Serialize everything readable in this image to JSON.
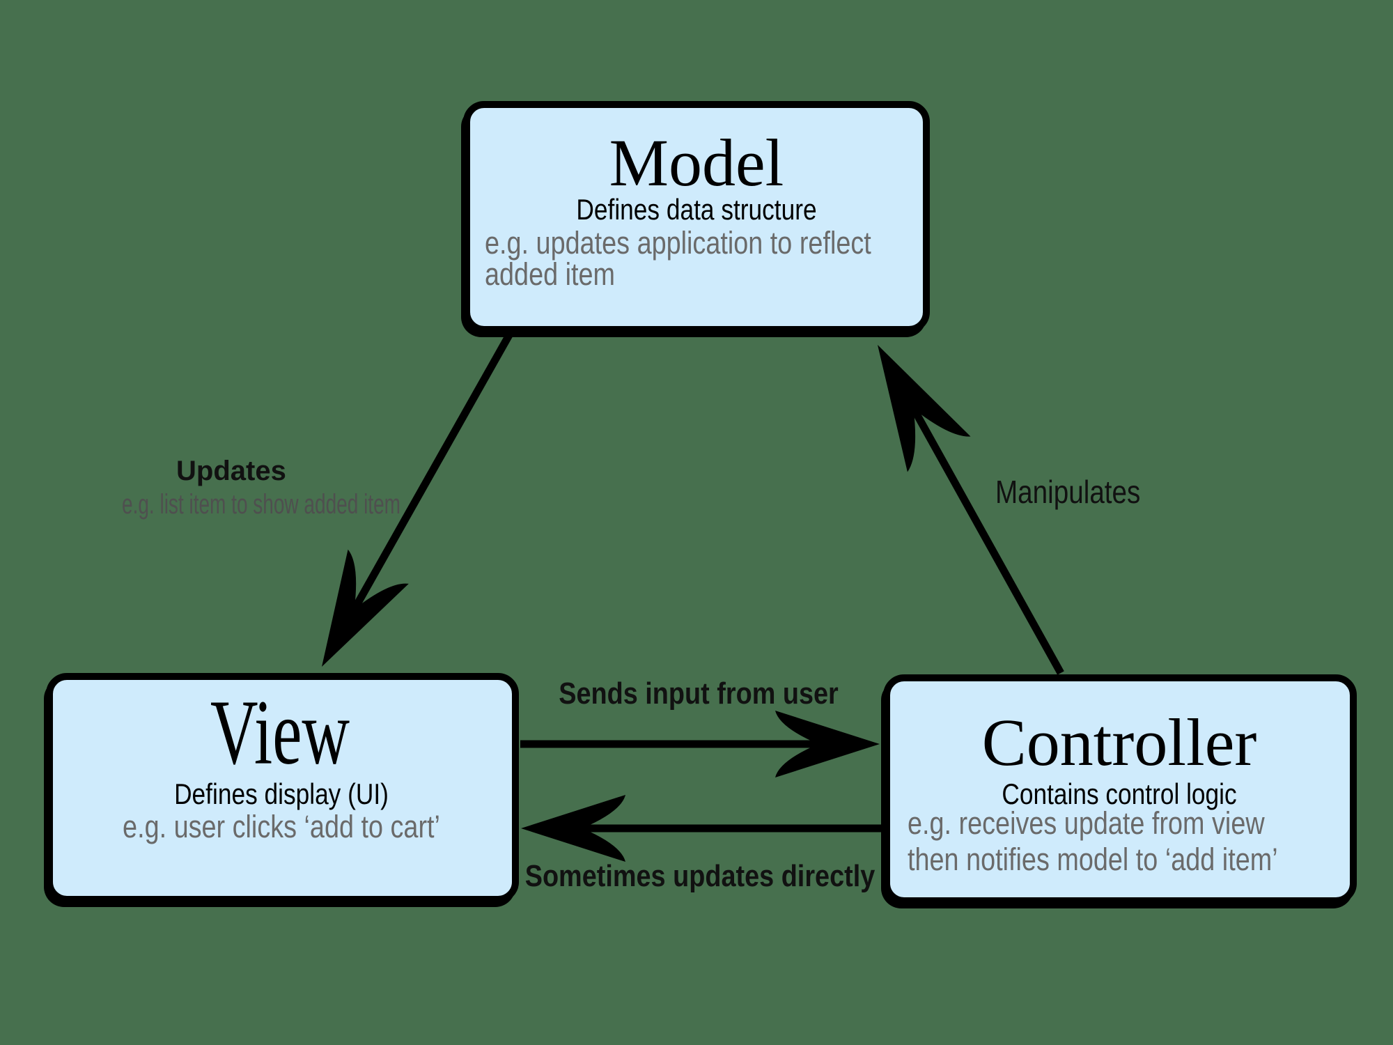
{
  "colors": {
    "background": "#47704E",
    "box_fill": "#CFEBFC",
    "box_border": "#000000",
    "text": "#000000",
    "muted_text": "#6A6A6A"
  },
  "boxes": {
    "model": {
      "title": "Model",
      "subtitle": "Defines data structure",
      "example_lines": [
        "e.g. updates application to reflect",
        "added item"
      ]
    },
    "view": {
      "title": "View",
      "subtitle": "Defines display (UI)",
      "example_lines": [
        "e.g. user clicks ‘add to cart’"
      ]
    },
    "controller": {
      "title": "Controller",
      "subtitle": "Contains control logic",
      "example_lines": [
        "e.g. receives update from view",
        "then notifies model to ‘add item’"
      ]
    }
  },
  "arrows": {
    "updates": {
      "label": "Updates",
      "sublabel": "e.g. list item to show added item",
      "from": "Model",
      "to": "View"
    },
    "sends_input": {
      "label": "Sends input from user",
      "from": "View",
      "to": "Controller"
    },
    "updates_directly": {
      "label": "Sometimes updates directly",
      "from": "Controller",
      "to": "View"
    },
    "manipulates": {
      "label": "Manipulates",
      "from": "Controller",
      "to": "Model"
    }
  }
}
